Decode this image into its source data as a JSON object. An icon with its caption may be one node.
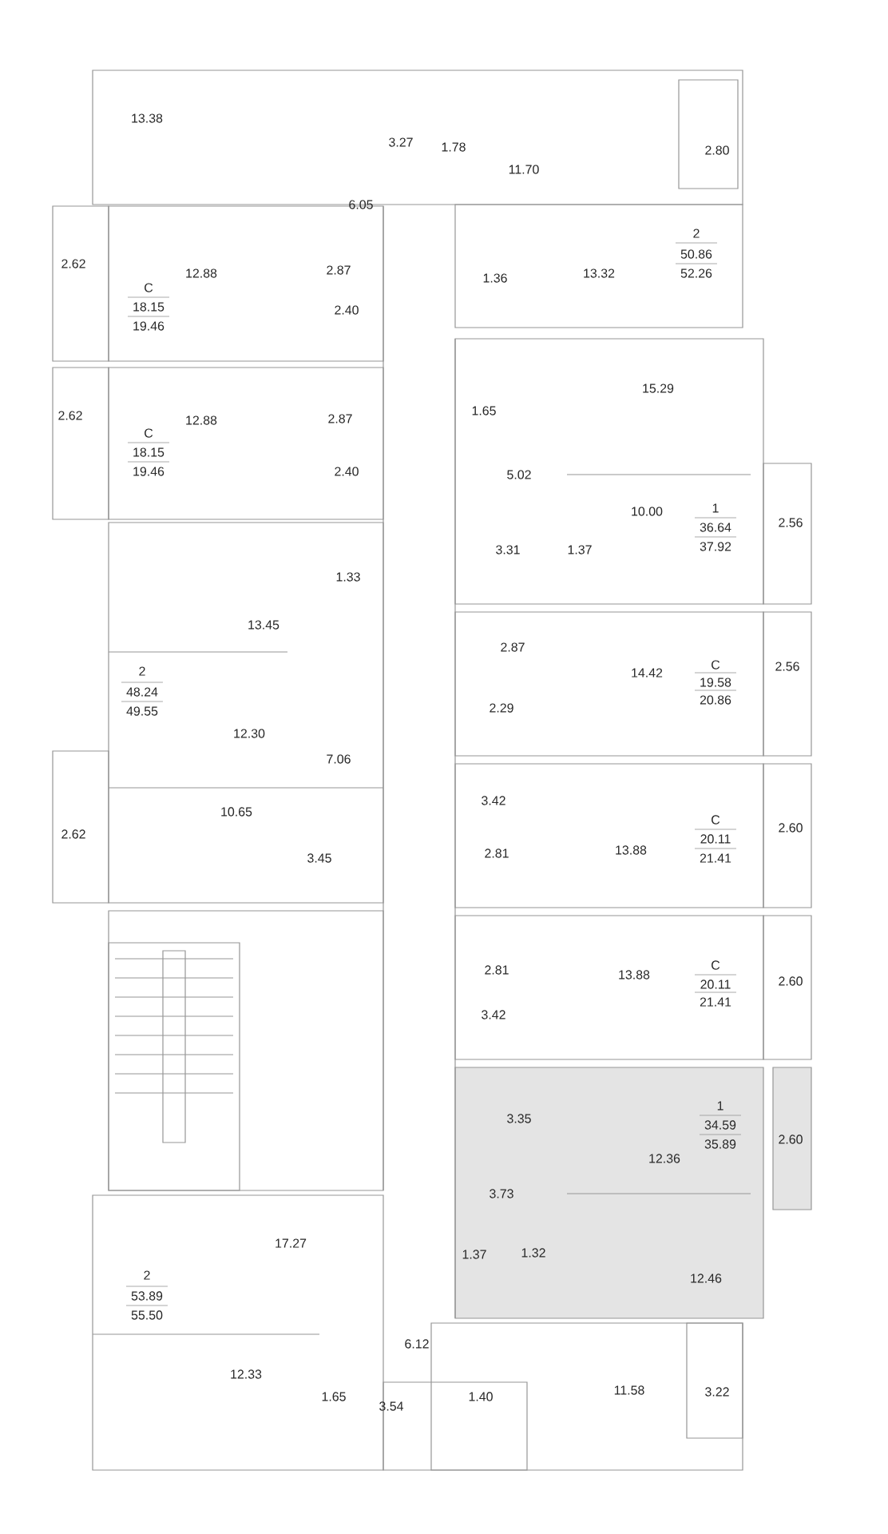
{
  "diagram": {
    "labels": [
      "13.38",
      "3.27",
      "1.78",
      "2.80",
      "11.70",
      "6.05",
      "2",
      "50.86",
      "52.26",
      "2.62",
      "2.87",
      "12.88",
      "1.36",
      "13.32",
      "С",
      "18.15",
      "19.46",
      "2.40",
      "15.29",
      "1.65",
      "2.62",
      "12.88",
      "2.87",
      "С",
      "18.15",
      "19.46",
      "2.40",
      "5.02",
      "10.00",
      "1",
      "36.64",
      "37.92",
      "2.56",
      "3.31",
      "1.37",
      "1.33",
      "13.45",
      "2.87",
      "С",
      "2.56",
      "14.42",
      "2",
      "19.58",
      "48.24",
      "20.86",
      "49.55",
      "2.29",
      "12.30",
      "7.06",
      "3.42",
      "10.65",
      "С",
      "2.60",
      "2.62",
      "20.11",
      "13.88",
      "2.81",
      "3.45",
      "21.41",
      "С",
      "2.81",
      "13.88",
      "2.60",
      "20.11",
      "21.41",
      "3.42",
      "1",
      "3.35",
      "34.59",
      "2.60",
      "35.89",
      "12.36",
      "3.73",
      "17.27",
      "1.32",
      "1.37",
      "2",
      "12.46",
      "53.89",
      "55.50",
      "6.12",
      "12.33",
      "11.58",
      "3.22",
      "1.65",
      "1.40",
      "3.54"
    ]
  }
}
